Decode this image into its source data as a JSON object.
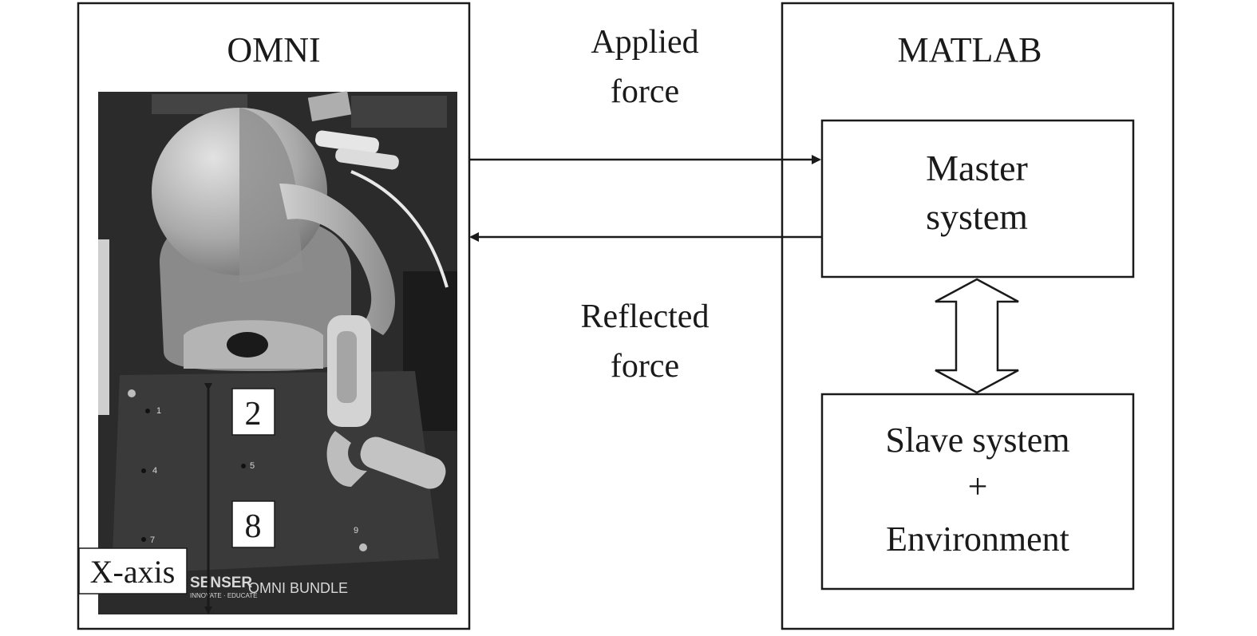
{
  "omni": {
    "title": "OMNI"
  },
  "matlab": {
    "title": "MATLAB"
  },
  "arrows": {
    "applied_line1": "Applied",
    "applied_line2": "force",
    "reflected_line1": "Reflected",
    "reflected_line2": "force"
  },
  "master": {
    "line1": "Master",
    "line2": "system"
  },
  "slave": {
    "line1": "Slave system",
    "line2": "+",
    "line3": "Environment"
  },
  "photo": {
    "marker_top": "2",
    "marker_bottom": "8",
    "axis_label": "X-axis",
    "device_brand": "SENSER",
    "device_tagline": "INNOVATE · EDUCATE",
    "bundle_label": "OMNI BUNDLE",
    "hole_numbers": [
      "1",
      "4",
      "5",
      "7",
      "9"
    ]
  },
  "colors": {
    "stroke": "#1a1a1a",
    "photo_bg": "#2b2b2b",
    "board": "#3a3a3a"
  }
}
